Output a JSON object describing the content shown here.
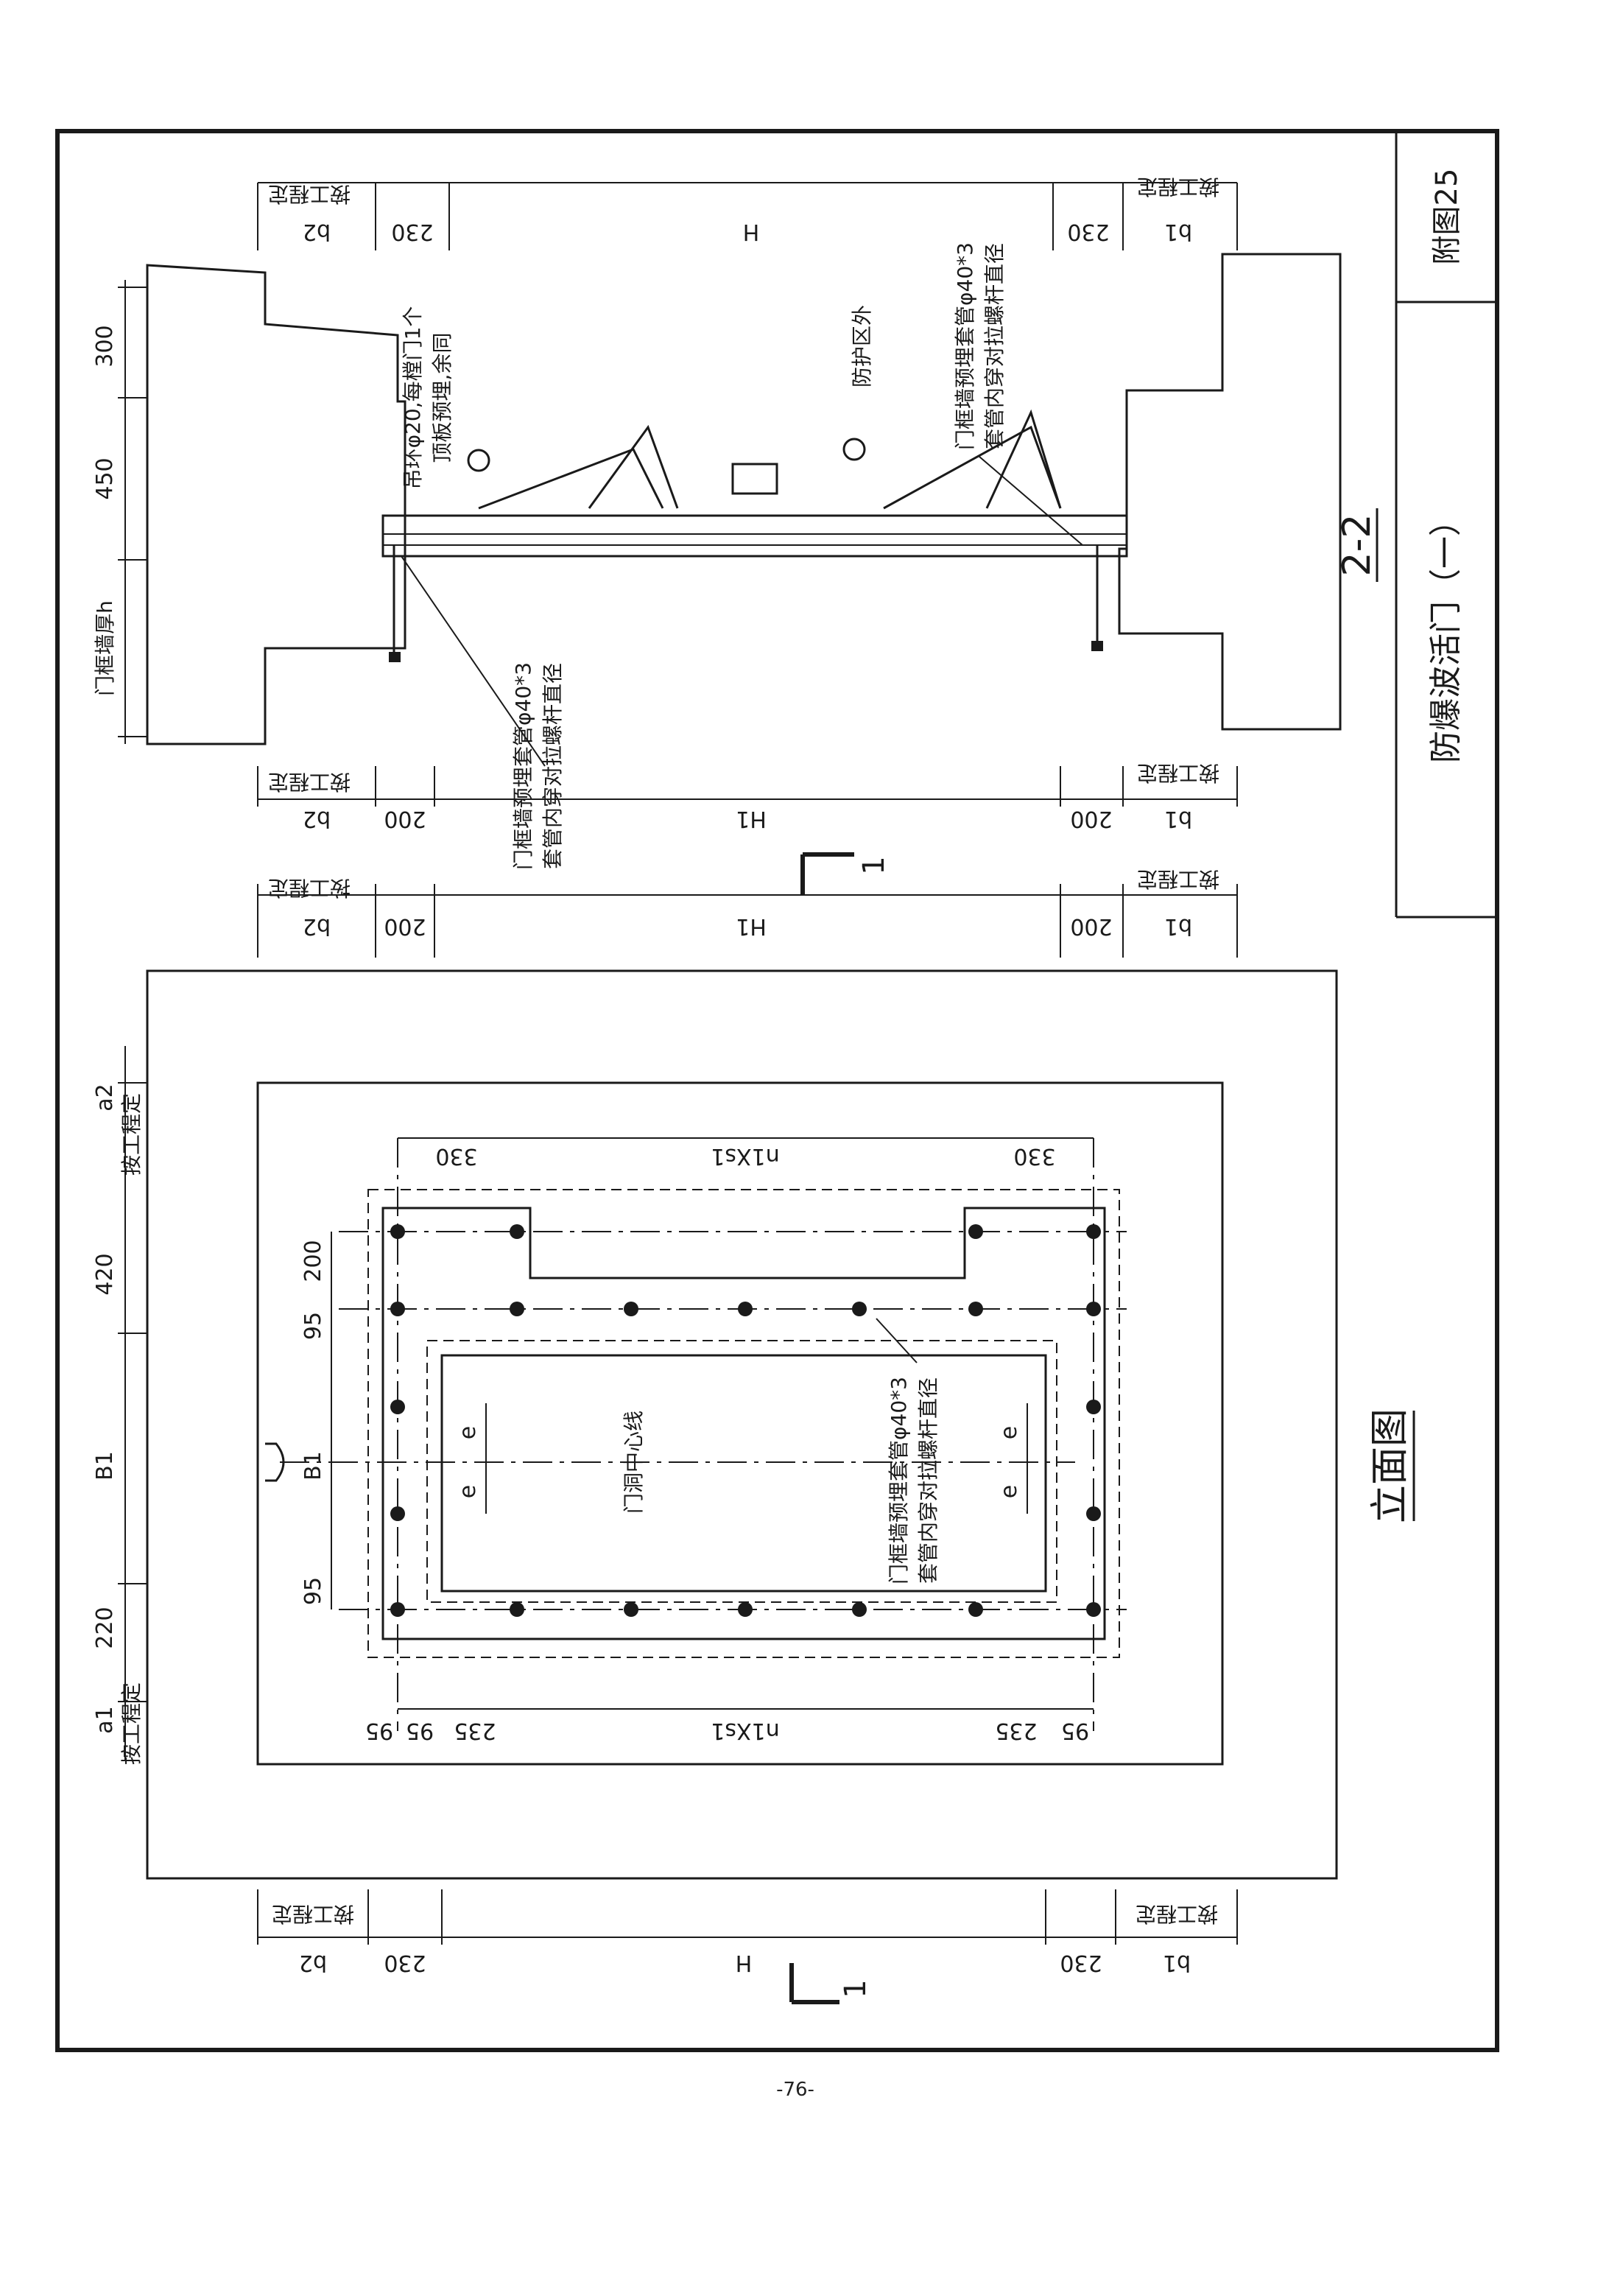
{
  "title_block": {
    "drawing_number": "附图25",
    "drawing_title": "防爆波活门（一）"
  },
  "views": {
    "elevation": {
      "label": "立面图",
      "section_mark": "1",
      "notes": {
        "center_line": "门洞中心线",
        "sleeve": "门框墙预埋套管φ40*3",
        "sleeve_2": "套管内穿对拉螺杆直径",
        "ceiling": "按工程定"
      },
      "dims": {
        "a1": "a1",
        "a2": "a2",
        "d220": "220",
        "d420": "420",
        "B1": "B1",
        "d95": "95",
        "d200": "200",
        "d330": "330",
        "d235": "235",
        "n1Xs1": "n1Xs1",
        "e": "e",
        "H": "H",
        "H1": "H1",
        "b1": "b1",
        "b2": "b2",
        "d230": "230",
        "d200b": "200"
      }
    },
    "section": {
      "label": "2-2",
      "notes": {
        "lifting_ring": "吊环φ20,每樘门1个",
        "lifting_ring_2": "顶板预埋,余同",
        "protected_outside": "防护区外",
        "wall_thickness": "门框墙厚h",
        "sleeve": "门框墙预埋套管φ40*3",
        "sleeve_2": "套管内穿对拉螺杆直径"
      },
      "dims": {
        "d300": "300",
        "d450": "450"
      }
    }
  },
  "page_number": "-76-"
}
